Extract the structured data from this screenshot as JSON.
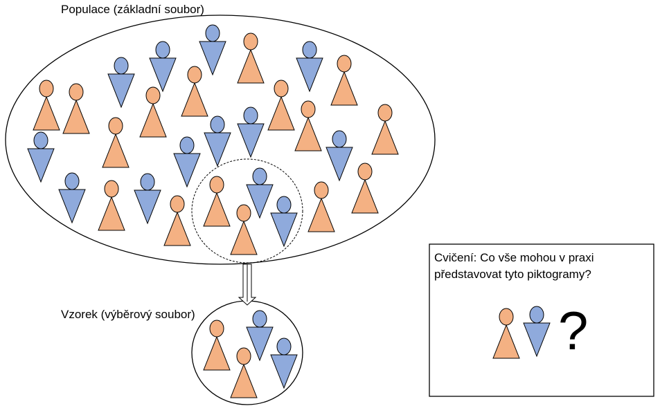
{
  "population_label": "Populace (základní soubor)",
  "sample_label": "Vzorek (výběrový soubor)",
  "exercise": {
    "line1": "Cvičení: Co vše mohou v praxi",
    "line2": "představovat tyto piktogramy?",
    "question_mark": "?"
  },
  "colors": {
    "orange": "#f4b183",
    "blue": "#8faadc",
    "stroke": "#000000"
  }
}
